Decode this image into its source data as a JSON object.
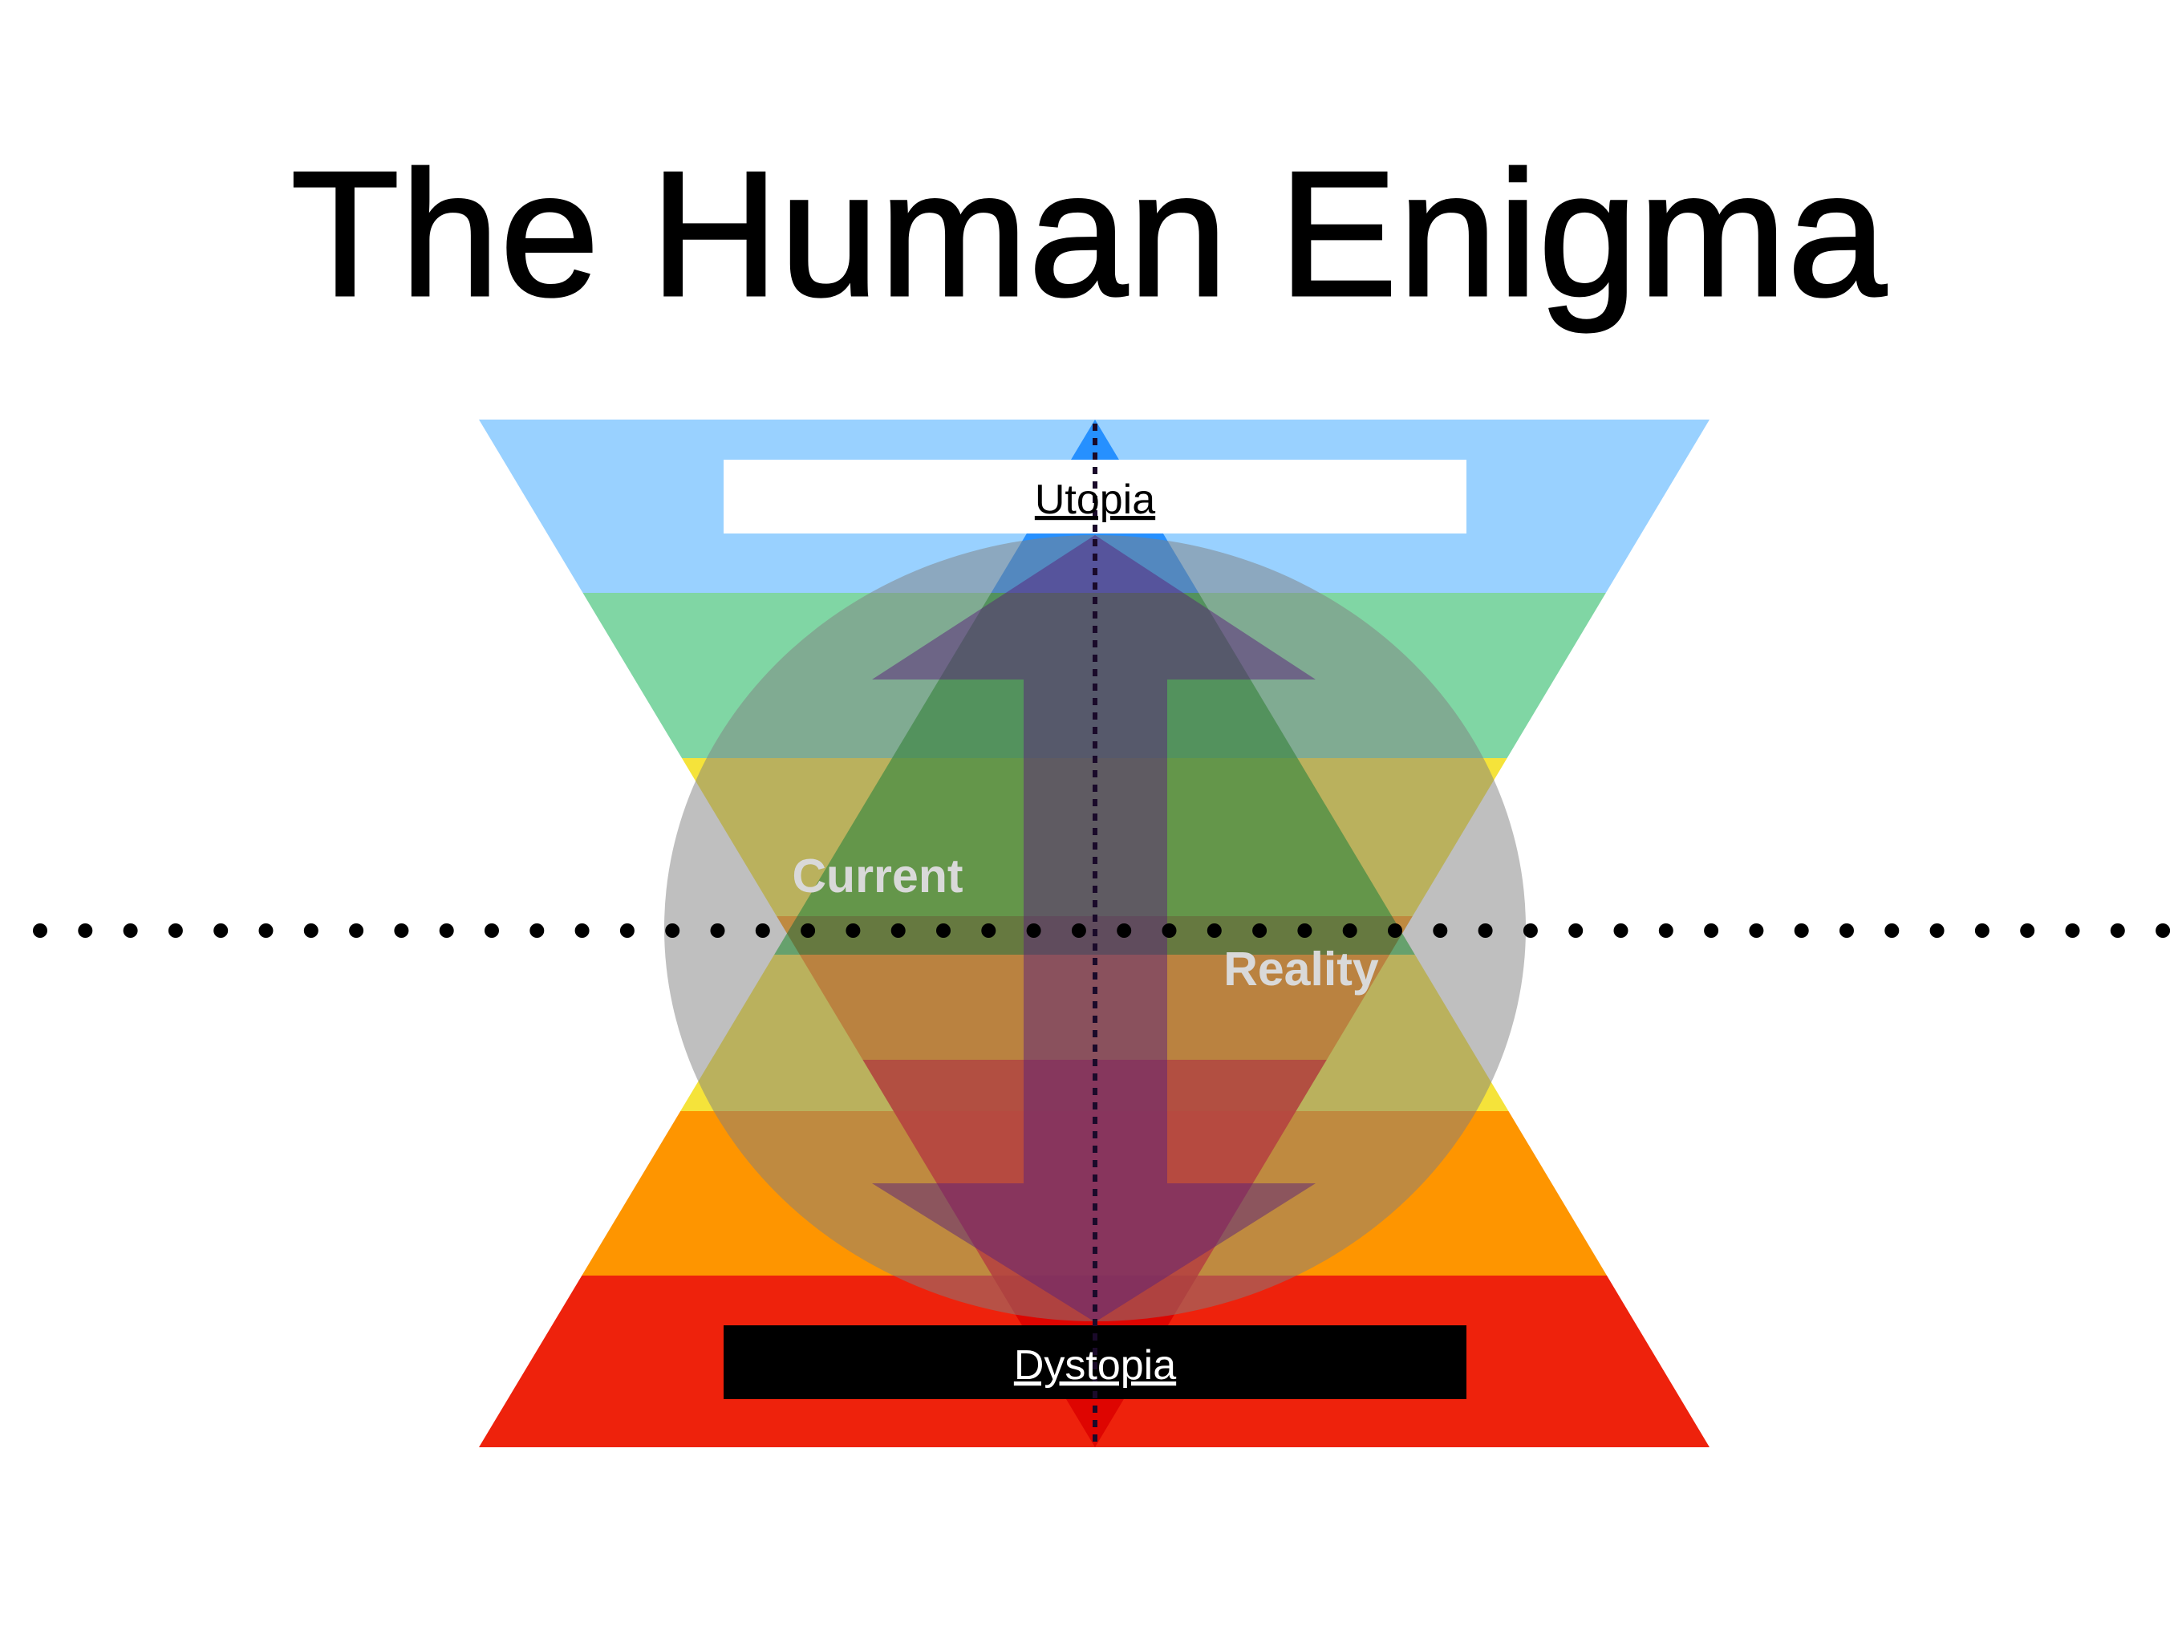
{
  "title": "The Human Enigma",
  "labels": {
    "top": "Utopia",
    "bottom": "Dystopia",
    "left": "Current",
    "right": "Reality"
  },
  "colors": {
    "blue": "#99d1ff",
    "green": "#80d6a4",
    "yellow": "#f5e33a",
    "orange": "#fe9500",
    "red": "#ee220c",
    "circle": "#808080",
    "arrow": "#5a1f7a",
    "label_text": "#d9d9d9"
  }
}
